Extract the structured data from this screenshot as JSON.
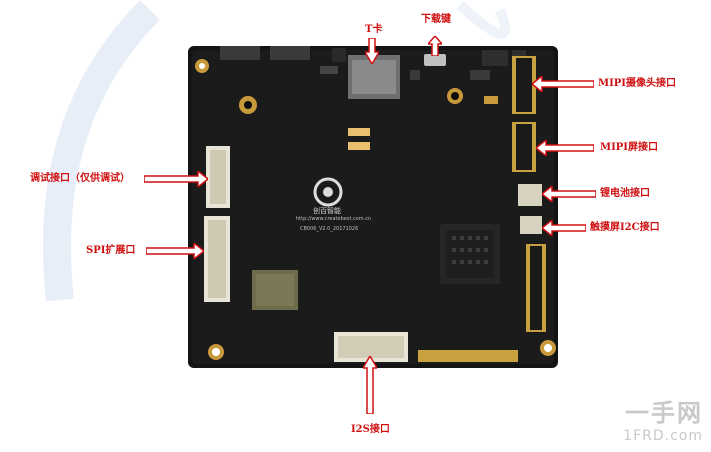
{
  "labels": {
    "tf_card": "T卡",
    "download_key": "下载键",
    "mipi_camera": "MIPI摄像头接口",
    "mipi_screen": "MIPI屏接口",
    "debug_port": "调试接口（仅供调试）",
    "lithium_battery": "锂电池接口",
    "touch_i2c": "触摸屏I2C接口",
    "spi_expand": "SPI扩展口",
    "i2s_port": "I2S接口"
  },
  "board": {
    "logo_text": "创百智能",
    "url": "http://www.createbest.com.cn",
    "model": "CB006_V2.0_20171026"
  },
  "watermark": {
    "brand_cn": "一手网",
    "brand_url": "1FRD.com"
  },
  "colors": {
    "label": "#d01010",
    "pcb": "#141414",
    "watermark": "#c9c9c9"
  }
}
